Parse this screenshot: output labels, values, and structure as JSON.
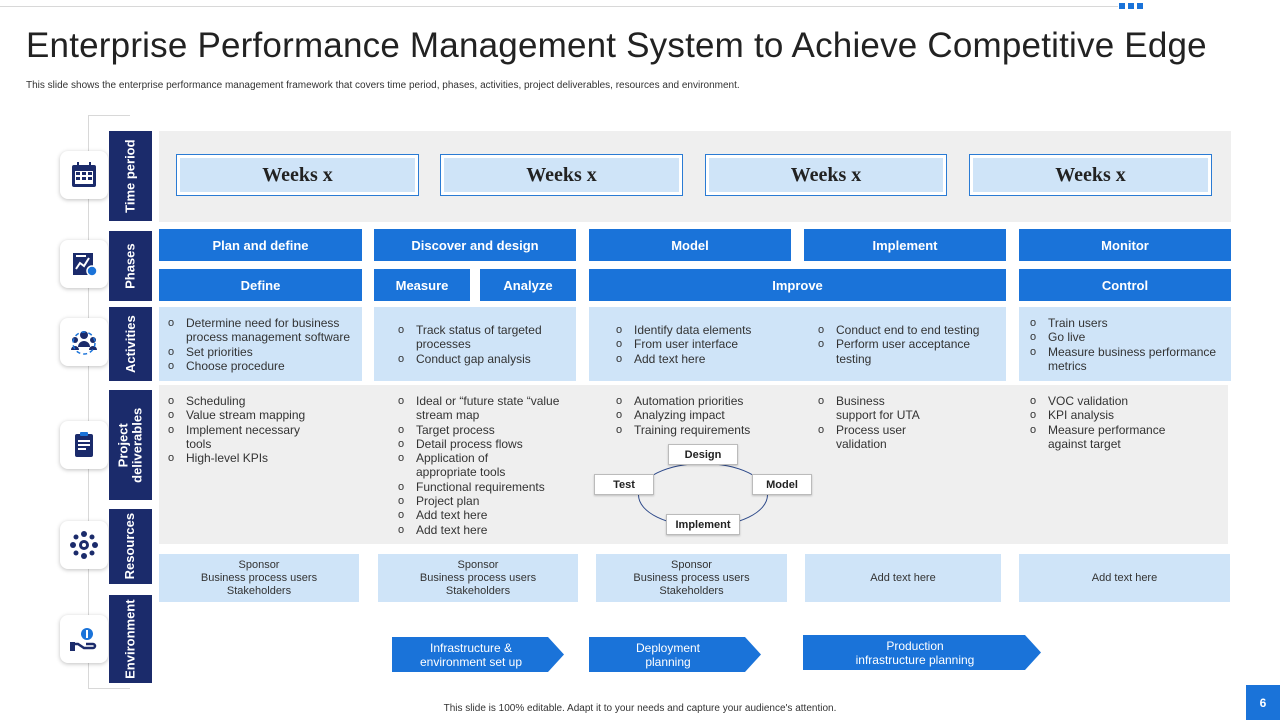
{
  "title": "Enterprise Performance Management System to Achieve Competitive Edge",
  "subtitle": "This slide shows the enterprise performance management framework that covers time period, phases, activities, project deliverables, resources and environment.",
  "row_labels": {
    "time_period": "Time period",
    "phases": "Phases",
    "activities": "Activities",
    "deliverables": "Project deliverables",
    "resources": "Resources",
    "environment": "Environment"
  },
  "weeks": [
    "Weeks x",
    "Weeks x",
    "Weeks x",
    "Weeks x"
  ],
  "phases_top": [
    "Plan and define",
    "Discover and design",
    "Model",
    "Implement",
    "Monitor"
  ],
  "phases_bottom": [
    "Define",
    "Measure",
    "Analyze",
    "Improve",
    "Control"
  ],
  "activities": [
    [
      "Determine need for business process management software",
      "Set priorities",
      "Choose procedure"
    ],
    [
      "Track status of targeted processes",
      "Conduct gap analysis"
    ],
    [
      "Identify data elements",
      "From user interface",
      "Add text here"
    ],
    [
      "Conduct end to end testing",
      "Perform user acceptance testing"
    ],
    [
      "Train users",
      "Go live",
      "Measure business performance metrics"
    ]
  ],
  "deliverables": [
    [
      "Scheduling",
      "Value stream mapping",
      "Implement necessary tools",
      "High-level KPIs"
    ],
    [
      "Ideal or “future state “value stream map",
      "Target process",
      "Detail process flows",
      "Application of appropriate tools",
      "Functional requirements",
      "Project plan",
      "Add text here",
      "Add text here"
    ],
    [
      "Automation priorities",
      "Analyzing impact",
      "Training requirements"
    ],
    [
      "Business support for UTA",
      "Process user validation"
    ],
    [
      "VOC validation",
      "KPI analysis",
      "Measure performance against target"
    ]
  ],
  "cycle": {
    "top": "Design",
    "right": "Model",
    "bottom": "Implement",
    "left": "Test"
  },
  "resources": [
    [
      "Sponsor",
      "Business process users",
      "Stakeholders"
    ],
    [
      "Sponsor",
      "Business process users",
      "Stakeholders"
    ],
    [
      "Sponsor",
      "Business process users",
      "Stakeholders"
    ],
    [
      "Add text here"
    ],
    [
      "Add text here"
    ]
  ],
  "environment": [
    [
      "Infrastructure &",
      "environment set up"
    ],
    [
      "Deployment",
      "planning"
    ],
    [
      "Production",
      "infrastructure planning"
    ]
  ],
  "icons": [
    "calendar-icon",
    "document-chart-icon",
    "team-icon",
    "clipboard-icon",
    "network-gear-icon",
    "hand-money-icon"
  ],
  "footer": "This slide is 100% editable. Adapt it to your needs and capture your audience's attention.",
  "page_number": "6",
  "colors": {
    "accent": "#1a73d9",
    "navy": "#1b2b6b",
    "light_blue": "#cfe4f8",
    "band_gray": "#efefef"
  }
}
